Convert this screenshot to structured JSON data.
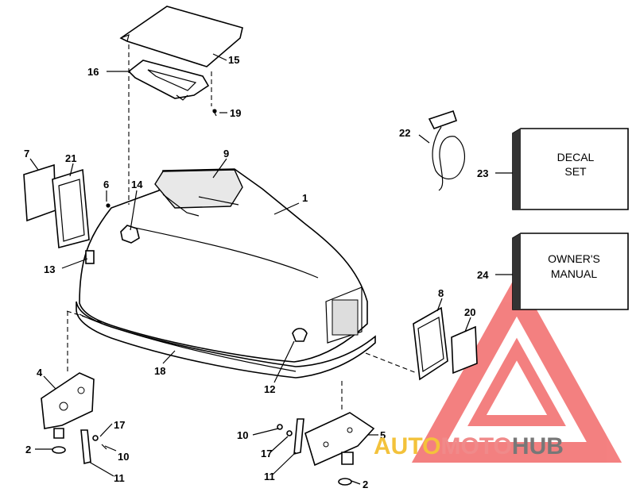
{
  "callouts": {
    "c1": "1",
    "c2a": "2",
    "c2b": "2",
    "c4": "4",
    "c5": "5",
    "c6": "6",
    "c7": "7",
    "c8": "8",
    "c9": "9",
    "c10a": "10",
    "c10b": "10",
    "c11a": "11",
    "c11b": "11",
    "c12": "12",
    "c13": "13",
    "c14": "14",
    "c15": "15",
    "c16": "16",
    "c17a": "17",
    "c17b": "17",
    "c18": "18",
    "c19": "19",
    "c20": "20",
    "c21": "21",
    "c22": "22",
    "c23": "23",
    "c24": "24"
  },
  "boxes": {
    "decal_line1": "DECAL",
    "decal_line2": "SET",
    "manual_line1": "OWNER'S",
    "manual_line2": "MANUAL"
  },
  "watermark": {
    "auto": "AUTO",
    "moto": "MOTO",
    "hub": "HUB",
    "colors": {
      "auto": "#f3c23b",
      "moto": "#f08a8a",
      "hub": "#777777",
      "logo": "#f26b6b"
    }
  }
}
